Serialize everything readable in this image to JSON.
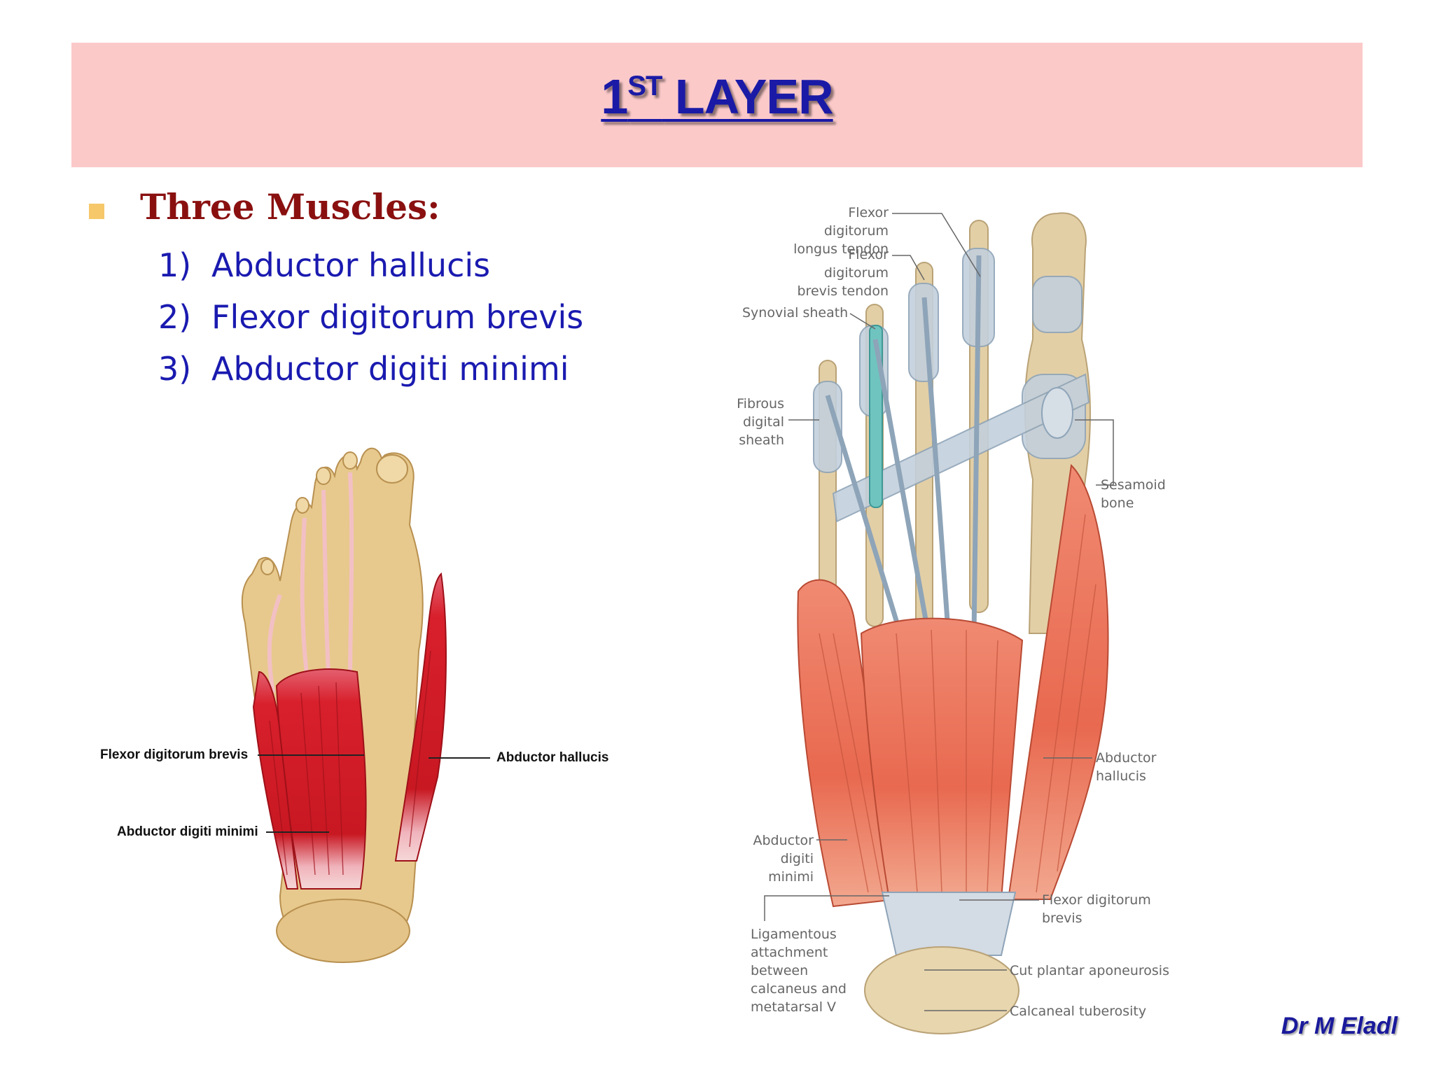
{
  "slide": {
    "title_main": "1",
    "title_sup": "ST",
    "title_rest": " LAYER",
    "heading": "Three Muscles:",
    "items": [
      {
        "num": "1)",
        "text": "Abductor hallucis"
      },
      {
        "num": "2)",
        "text": "Flexor digitorum brevis"
      },
      {
        "num": "3)",
        "text": "Abductor digiti minimi"
      }
    ],
    "credit": "Dr M Eladl"
  },
  "left_figure": {
    "labels": {
      "fdb": "Flexor digitorum brevis",
      "adm": "Abductor digiti minimi",
      "ah": "Abductor hallucis"
    }
  },
  "right_figure": {
    "labels": {
      "fdl": "Flexor digitorum\nlongus tendon",
      "fdbt": "Flexor digitorum\nbrevis tendon",
      "syn": "Synovial sheath",
      "fib": "Fibrous\ndigital\nsheath",
      "ses": "Sesamoid\nbone",
      "ah": "Abductor\nhallucis",
      "adm": "Abductor\ndigiti minimi",
      "fdb": "Flexor digitorum\nbrevis",
      "lig": "Ligamentous\nattachment\nbetween\ncalcaneus and\nmetatarsal V",
      "cpa": "Cut plantar aponeurosis",
      "ct": "Calcaneal tuberosity"
    }
  },
  "colors": {
    "title_bar": "#fcc9c9",
    "title": "#1a1aa6",
    "heading": "#8a1010",
    "list": "#1a1ab0",
    "bullet": "#f6c86a"
  }
}
